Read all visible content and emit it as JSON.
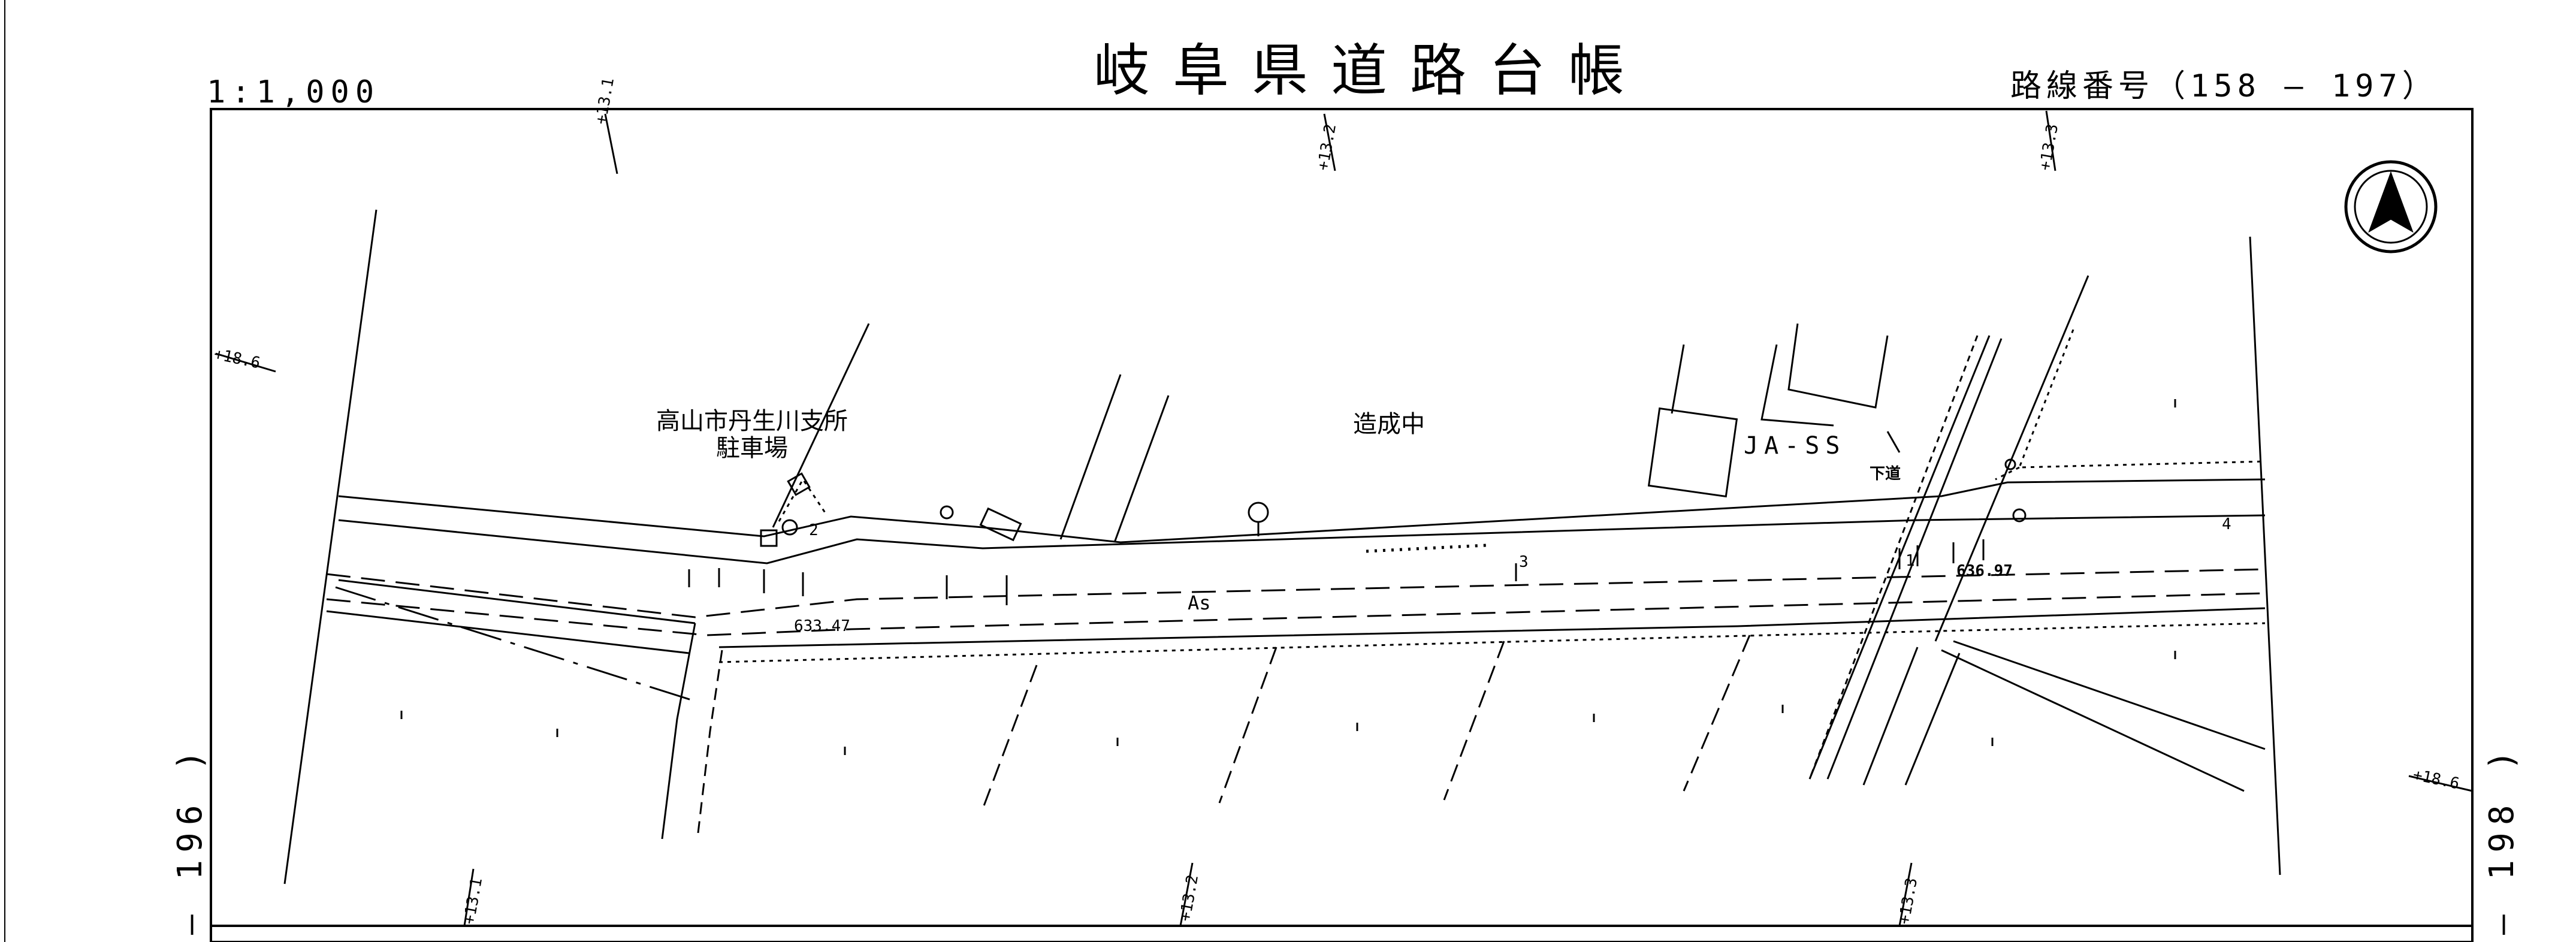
{
  "header": {
    "title": "岐阜県道路台帳",
    "scale": "1:1,000",
    "route_number": "路線番号（158 — 197）"
  },
  "adjacent_sheets": {
    "left": "— 196 )",
    "right": "— 198 )"
  },
  "map_labels": {
    "branch_office_line1": "高山市丹生川支所",
    "branch_office_line2": "駐車場",
    "under_construction": "造成中",
    "gas_station": "JA-SS",
    "sidewalk": "下道",
    "pavement": "As",
    "elevation_1": "633.47",
    "elevation_2": "636.97",
    "point_2": "2",
    "point_3": "3",
    "point_4": "4",
    "point_1": "1"
  },
  "coordinate_ticks": {
    "top_1": "+13.1",
    "top_2": "+13.2",
    "top_3": "+13.3",
    "bottom_1": "+13.1",
    "bottom_2": "+13.2",
    "bottom_3": "+13.3",
    "left_side": "+18.6",
    "right_side": "+18.6"
  },
  "north_arrow": {
    "icon": "north-arrow-icon"
  }
}
